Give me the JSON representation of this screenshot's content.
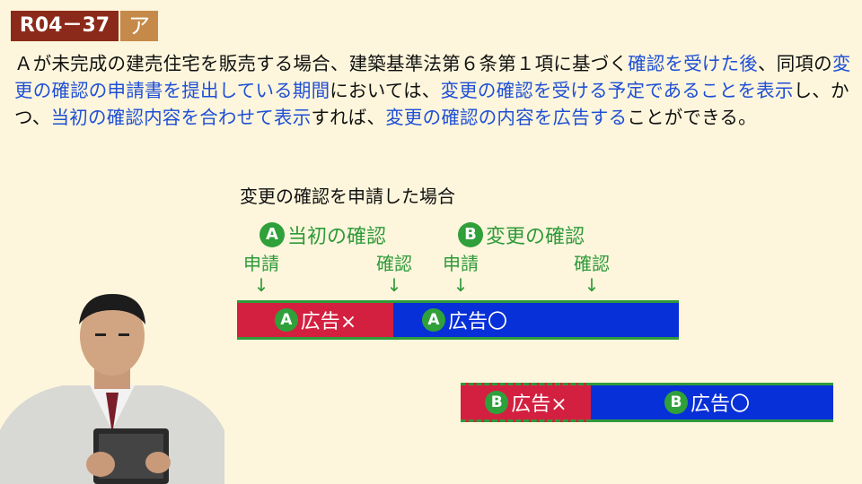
{
  "header": {
    "code": "R04－37",
    "choice": "ア"
  },
  "question": {
    "segments": [
      {
        "text": "Ａが未完成の建売住宅を販売する場合、建築基準法第６条第１項に基づく",
        "hl": false
      },
      {
        "text": "確認を受けた後",
        "hl": true
      },
      {
        "text": "、同項の",
        "hl": false
      },
      {
        "text": "変更の確認の申請書を提出している期間",
        "hl": true
      },
      {
        "text": "においては、",
        "hl": false
      },
      {
        "text": "変更の確認を受ける予定であることを表示",
        "hl": true
      },
      {
        "text": "し、かつ、",
        "hl": false
      },
      {
        "text": "当初の確認内容を合わせて表示",
        "hl": true
      },
      {
        "text": "すれば、",
        "hl": false
      },
      {
        "text": "変更の確認の内容を広告する",
        "hl": true
      },
      {
        "text": "ことができる。",
        "hl": false
      }
    ]
  },
  "diagram": {
    "title": "変更の確認を申請した場合",
    "phase_a": {
      "badge": "A",
      "label": "当初の確認"
    },
    "phase_b": {
      "badge": "B",
      "label": "変更の確認"
    },
    "ticks": {
      "a_apply": "申請",
      "a_confirm": "確認",
      "b_apply": "申請",
      "b_confirm": "確認",
      "arrow": "↓"
    },
    "bar_a_left": {
      "badge": "A",
      "label": "広告×"
    },
    "bar_a_right": {
      "badge": "A",
      "label": "広告〇"
    },
    "bar_b_left": {
      "badge": "B",
      "label": "広告×"
    },
    "bar_b_right": {
      "badge": "B",
      "label": "広告〇"
    }
  },
  "colors": {
    "background": "#fdf6dc",
    "badge_code": "#8b2a1a",
    "badge_choice": "#c58a4a",
    "highlight": "#1f4fd6",
    "green": "#2f9a3a",
    "red_bar": "#d42040",
    "blue_bar": "#0830d8"
  }
}
